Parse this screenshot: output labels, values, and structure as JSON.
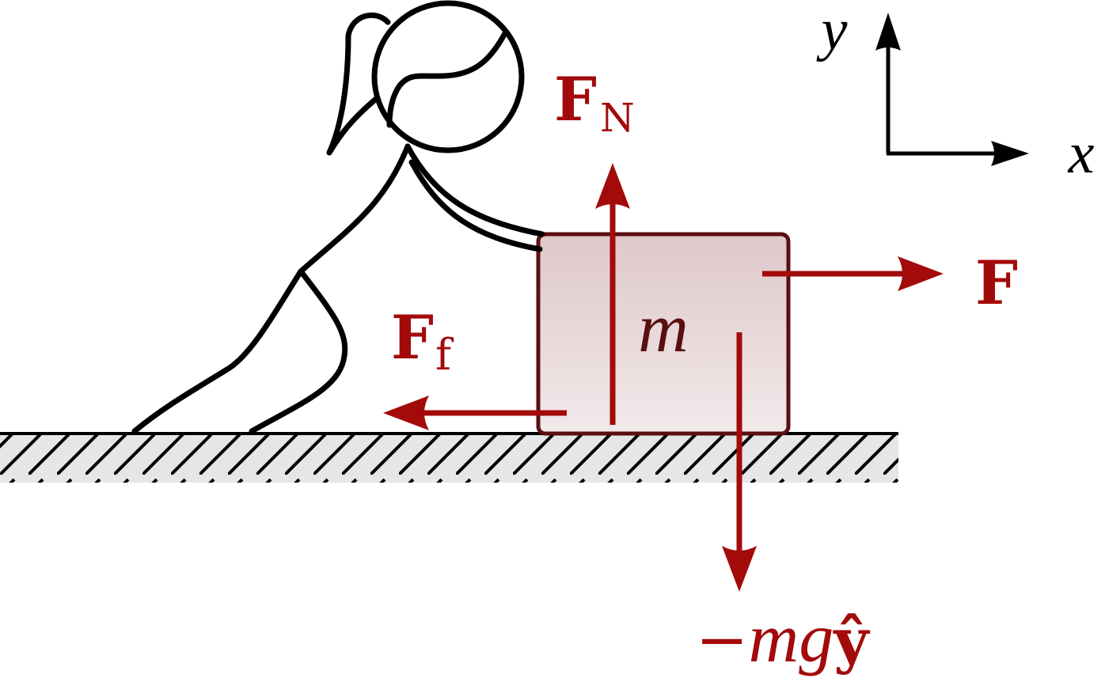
{
  "diagram": {
    "colors": {
      "force": "#a30a0a",
      "outline": "#000000",
      "block_fill_top": "#dec8ca",
      "block_fill_bottom": "#f2e9ea",
      "block_stroke": "#5a0f0f",
      "mass_label": "#5a0f0f",
      "ground_fill": "#e6e6e6"
    },
    "axes": {
      "x_label": "x",
      "y_label": "y"
    },
    "block": {
      "mass_label": "m"
    },
    "forces": {
      "normal": {
        "symbol": "F",
        "subscript": "N"
      },
      "applied": {
        "symbol": "F"
      },
      "friction": {
        "symbol": "F",
        "subscript": "f"
      },
      "weight": {
        "prefix": "−",
        "symbols": "mg",
        "unit_vector": "ŷ"
      }
    }
  }
}
